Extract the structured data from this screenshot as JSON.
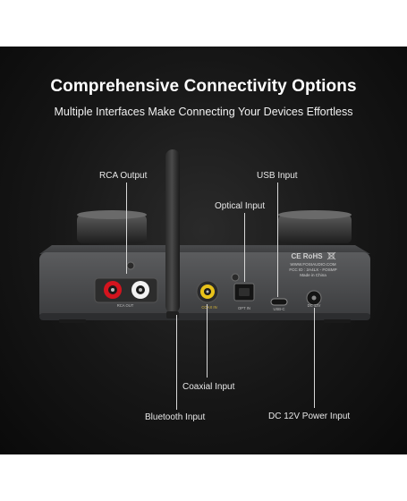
{
  "header": {
    "title": "Comprehensive Connectivity Options",
    "subtitle": "Multiple Interfaces Make Connecting Your Devices Effortless"
  },
  "callouts": {
    "rca_output": "RCA Output",
    "usb_input": "USB Input",
    "optical_input": "Optical Input",
    "coaxial_input": "Coaxial Input",
    "bluetooth_input": "Bluetooth Input",
    "dc_power_input": "DC 12V Power Input"
  },
  "device_labels": {
    "rca_out": "RCA OUT",
    "coaxial_in": "COAX IN",
    "opt_in": "OPT IN",
    "usb_c": "USB-C",
    "dc_12v": "DC 12V",
    "cert_marks": "CE RoHS",
    "website": "WWW.FOSIAUDIO.COM",
    "fcc_id": "FCC ID : 2A4LX - FOSMP",
    "made_in": "Made in China"
  },
  "colors": {
    "background": "#141414",
    "rca_red": "#d4141e",
    "rca_white": "#f2f2f2",
    "coax_yellow": "#e8c21a",
    "callout_line": "#d8d8d8"
  }
}
